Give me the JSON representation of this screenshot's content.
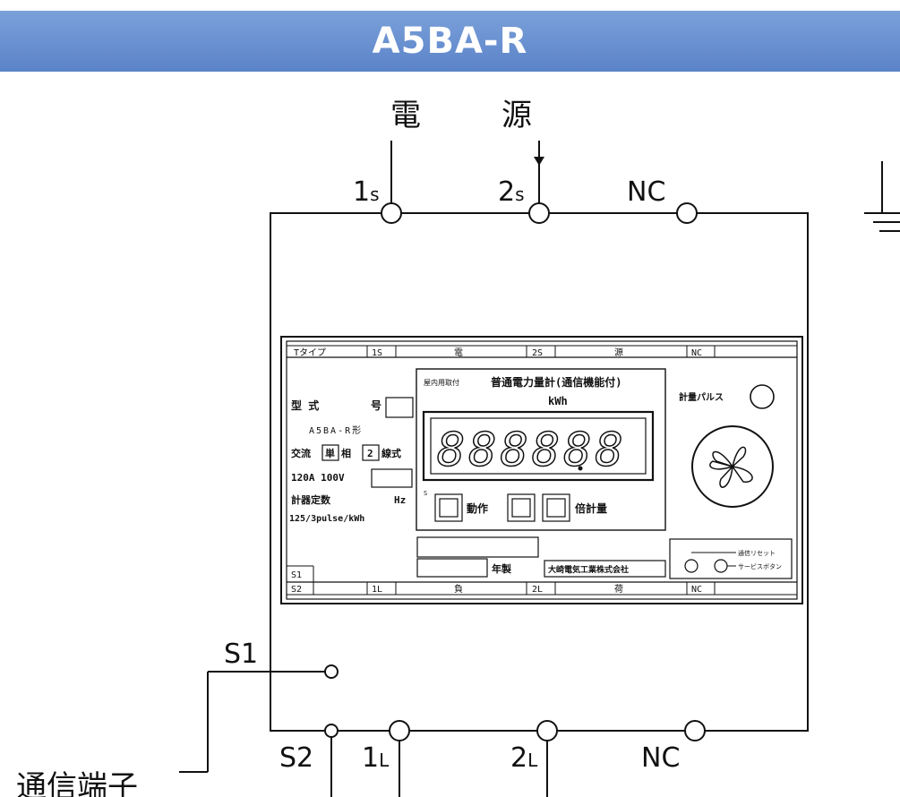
{
  "title": "A5BA-R",
  "power_label_left": "電",
  "power_label_right": "源",
  "top_terminals": [
    {
      "main": "1",
      "sub": "s"
    },
    {
      "main": "2",
      "sub": "s"
    },
    {
      "main": "NC",
      "sub": ""
    }
  ],
  "bottom_terminals": [
    {
      "main": "S2",
      "sub": ""
    },
    {
      "main": "1",
      "sub": "L"
    },
    {
      "main": "2",
      "sub": "L"
    },
    {
      "main": "NC",
      "sub": ""
    }
  ],
  "s1_label": "S1",
  "comm_terminal_label": "通信端子",
  "nameplate": {
    "header_cells": [
      "Tタイプ",
      "1S",
      "電",
      "2S",
      "源",
      "NC"
    ],
    "footer_cells": [
      "S2",
      "1L",
      "負",
      "2L",
      "荷",
      "NC"
    ],
    "footer_s1": "S1",
    "meter_caption_small": "屋内用取付",
    "meter_caption": "普通電力量計(通信機能付)",
    "unit": "kWh",
    "display_value": "888888",
    "model_label": "型 式",
    "model_no_label": "号",
    "model_value": "A5BA-R形",
    "phase_label_a": "交流",
    "phase_value_a": "単",
    "phase_label_b": "相",
    "phase_value_b": "2",
    "phase_label_c": "線式",
    "rating": "120A 100V",
    "freq_unit": "Hz",
    "constant_label": "計器定数",
    "constant_value": "125/3pulse/kWh",
    "pulse_label": "計量パルス",
    "operation_label": "動作",
    "counter_label": "倍計量",
    "year_label": "年製",
    "maker": "大崎電気工業株式会社",
    "reset_label": "通信リセット",
    "service_label": "サービスボタン",
    "side_label": "S1S2"
  }
}
